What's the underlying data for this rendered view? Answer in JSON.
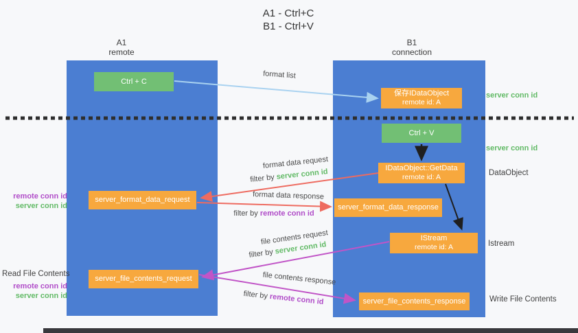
{
  "title": {
    "line1": "A1 - Ctrl+C",
    "line2": "B1 - Ctrl+V"
  },
  "lanes": {
    "left": {
      "header_line1": "A1",
      "header_line2": "remote"
    },
    "right": {
      "header_line1": "B1",
      "header_line2": "connection"
    }
  },
  "nodes": {
    "ctrl_c": "Ctrl + C",
    "ctrl_v": "Ctrl + V",
    "save_dataobject": {
      "line1": "保存IDataObject",
      "line2": "remote id: A"
    },
    "getdata": {
      "line1": "IDataObject::GetData",
      "line2": "remote id: A"
    },
    "istream": {
      "line1": "IStream",
      "line2": "remote id: A"
    },
    "format_request": "server_format_data_request",
    "format_response": "server_format_data_response",
    "file_request": "server_file_contents_request",
    "file_response": "server_file_contents_response"
  },
  "arrow_labels": {
    "format_list": "format list",
    "format_data_request": "format data request",
    "format_data_response": "format data response",
    "file_contents_request": "file contents request",
    "file_contents_response": "file contents response",
    "filter_by": "filter by",
    "server_conn_id": "server conn id",
    "remote_conn_id": "remote conn id"
  },
  "side_labels": {
    "right_server_conn_id_top": "server conn id",
    "right_server_conn_id_mid": "server conn id",
    "dataobject": "DataObject",
    "istream": "Istream",
    "write_file_contents": "Write File Contents",
    "left_remote_conn_id_top": "remote conn id",
    "left_server_conn_id_top": "server conn id",
    "read_file_contents": "Read File Contents",
    "left_remote_conn_id_bottom": "remote conn id",
    "left_server_conn_id_bottom": "server conn id"
  },
  "colors": {
    "background": "#f7f8fa",
    "lane_blue": "#4b7ed2",
    "node_orange": "#f7a83e",
    "node_green": "#72bf74",
    "green_text": "#62ba66",
    "purple_text": "#b04cc8",
    "red_arrow": "#ee6b60",
    "magenta_arrow": "#c155c7",
    "blue_arrow": "#a9d2f0",
    "black_arrow": "#1f1f1f",
    "dark_text": "#3f3f3f"
  }
}
